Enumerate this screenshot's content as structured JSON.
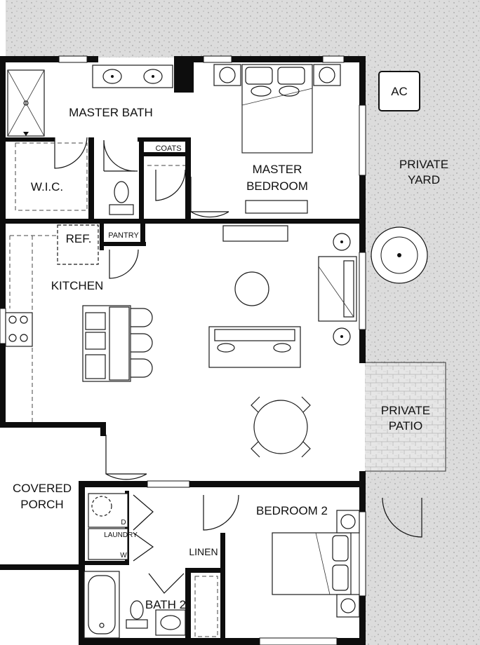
{
  "rooms": {
    "master_bath": "MASTER BATH",
    "wic": "W.I.C.",
    "coats": "COATS",
    "master_bedroom_line1": "MASTER",
    "master_bedroom_line2": "BEDROOM",
    "private_yard_line1": "PRIVATE",
    "private_yard_line2": "YARD",
    "ac": "AC",
    "ref": "REF.",
    "pantry": "PANTRY",
    "kitchen": "KITCHEN",
    "private_patio_line1": "PRIVATE",
    "private_patio_line2": "PATIO",
    "covered_porch_line1": "COVERED",
    "covered_porch_line2": "PORCH",
    "bedroom2": "BEDROOM 2",
    "laundry": "LAUNDRY",
    "dryer_mark": "D",
    "washer_mark": "W",
    "linen": "LINEN",
    "bath2": "BATH 2"
  },
  "colors": {
    "wall": "#0d0d0d",
    "yard": "#dcdcdc",
    "paving": "#e6e6e6",
    "paper": "#ffffff"
  }
}
